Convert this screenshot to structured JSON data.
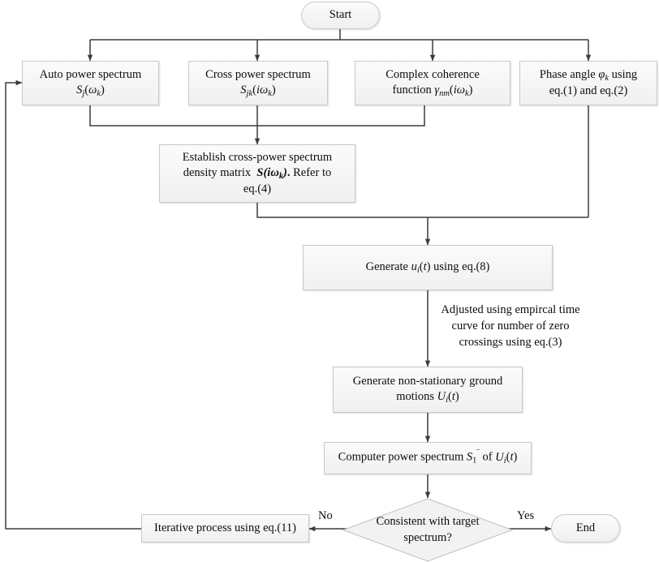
{
  "diagram": {
    "title": "Non-stationary ground motion simulation flowchart",
    "background": "#ffffff",
    "line_color": "#3b3b3b",
    "node_fill": "#f4f4f4",
    "node_border": "#c9c9c9"
  },
  "nodes": {
    "start": {
      "label": "Start",
      "shape": "terminator"
    },
    "auto_power_spectrum": {
      "line1": "Auto power spectrum",
      "line2_plain": "Sj(ωk)",
      "shape": "process"
    },
    "cross_power_spectrum": {
      "line1": "Cross power spectrum",
      "line2_plain": "Sjk(iωk)",
      "shape": "process"
    },
    "complex_coherence": {
      "line1": "Complex coherence",
      "line2_plain": "function γnm(iωk)",
      "shape": "process"
    },
    "phase_angle": {
      "line1_plain": "Phase angle φk using",
      "line2": "eq.(1) and eq.(2)",
      "shape": "process"
    },
    "establish_matrix": {
      "line1": "Establish cross-power spectrum",
      "line2_plain": "density matrix  S(iωk). Refer to",
      "line3": "eq.(4)",
      "shape": "process"
    },
    "generate_u": {
      "text_plain": "Generate ui(t) using eq.(8)",
      "shape": "process"
    },
    "generate_motions": {
      "line1": "Generate non-stationary ground",
      "line2_plain": "motions Ui(t)",
      "shape": "process"
    },
    "computer_power_spectrum": {
      "text_plain": "Computer power spectrum S1‾ of Ui(t)",
      "shape": "process"
    },
    "decision": {
      "line1": "Consistent with target",
      "line2": "spectrum?",
      "shape": "decision"
    },
    "iterative_process": {
      "label": "Iterative process using eq.(11)",
      "shape": "process"
    },
    "end": {
      "label": "End",
      "shape": "terminator"
    }
  },
  "notes": {
    "adjust_note": {
      "line1": "Adjusted using empircal time",
      "line2": "curve for number of zero",
      "line3": "crossings using eq.(3)"
    }
  },
  "edge_labels": {
    "no": "No",
    "yes": "Yes"
  }
}
